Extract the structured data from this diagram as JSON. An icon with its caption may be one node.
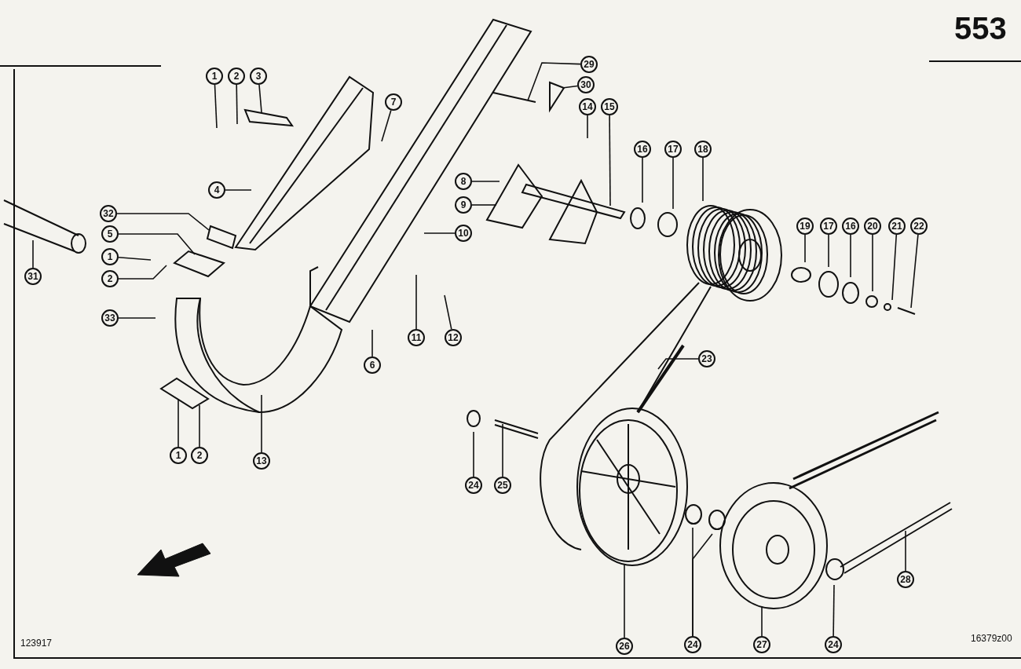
{
  "diagram": {
    "nodes": [
      {
        "text": [
          "1"
        ]
      },
      {
        "text": [
          "2"
        ]
      },
      {
        "text": [
          "3"
        ]
      },
      {
        "text": [
          "29"
        ]
      },
      {
        "text": [
          "30"
        ]
      },
      {
        "text": [
          "7"
        ]
      },
      {
        "text": [
          "14"
        ]
      },
      {
        "text": [
          "15"
        ]
      },
      {
        "text": [
          "16"
        ]
      },
      {
        "text": [
          "17"
        ]
      },
      {
        "text": [
          "18"
        ]
      },
      {
        "text": [
          "8"
        ]
      },
      {
        "text": [
          "4"
        ]
      },
      {
        "text": [
          "9"
        ]
      },
      {
        "text": [
          "32"
        ]
      },
      {
        "text": [
          "19"
        ]
      },
      {
        "text": [
          "17"
        ]
      },
      {
        "text": [
          "16"
        ]
      },
      {
        "text": [
          "20"
        ]
      },
      {
        "text": [
          "21"
        ]
      },
      {
        "text": [
          "22"
        ]
      },
      {
        "text": [
          "10"
        ]
      },
      {
        "text": [
          "5"
        ]
      },
      {
        "text": [
          "1"
        ]
      },
      {
        "text": [
          "2"
        ]
      },
      {
        "text": [
          "31"
        ]
      },
      {
        "text": [
          "33"
        ]
      },
      {
        "text": [
          "11"
        ]
      },
      {
        "text": [
          "12"
        ]
      },
      {
        "text": [
          "23"
        ]
      },
      {
        "text": [
          "6"
        ]
      },
      {
        "text": [
          "1"
        ]
      },
      {
        "text": [
          "2"
        ]
      },
      {
        "text": [
          "13"
        ]
      },
      {
        "text": [
          "24"
        ]
      },
      {
        "text": [
          "25"
        ]
      },
      {
        "text": [
          "26"
        ]
      },
      {
        "text": [
          "24"
        ]
      },
      {
        "text": [
          "27"
        ]
      },
      {
        "text": [
          "24"
        ]
      },
      {
        "text": [
          "28"
        ]
      }
    ],
    "edges": [
      {
        "from": 0,
        "to": null,
        "arrow": "none"
      },
      {
        "from": 1,
        "to": null,
        "arrow": "none"
      },
      {
        "from": 2,
        "to": null,
        "arrow": "none"
      },
      {
        "from": 3,
        "to": null,
        "arrow": "none"
      },
      {
        "from": 4,
        "to": null,
        "arrow": "none"
      },
      {
        "from": 5,
        "to": null,
        "arrow": "none"
      },
      {
        "from": 6,
        "to": null,
        "arrow": "none"
      },
      {
        "from": 7,
        "to": null,
        "arrow": "none"
      },
      {
        "from": 8,
        "to": null,
        "arrow": "none"
      },
      {
        "from": 9,
        "to": null,
        "arrow": "none"
      },
      {
        "from": 10,
        "to": null,
        "arrow": "none"
      },
      {
        "from": 11,
        "to": null,
        "arrow": "none"
      },
      {
        "from": 12,
        "to": null,
        "arrow": "none"
      },
      {
        "from": 13,
        "to": null,
        "arrow": "none"
      },
      {
        "from": 14,
        "to": null,
        "arrow": "none"
      },
      {
        "from": 15,
        "to": null,
        "arrow": "none"
      },
      {
        "from": 16,
        "to": null,
        "arrow": "none"
      },
      {
        "from": 17,
        "to": null,
        "arrow": "none"
      },
      {
        "from": 18,
        "to": null,
        "arrow": "none"
      },
      {
        "from": 19,
        "to": null,
        "arrow": "none"
      },
      {
        "from": 20,
        "to": null,
        "arrow": "none"
      },
      {
        "from": 21,
        "to": null,
        "arrow": "none"
      },
      {
        "from": 22,
        "to": null,
        "arrow": "none"
      },
      {
        "from": 23,
        "to": null,
        "arrow": "none"
      },
      {
        "from": 24,
        "to": null,
        "arrow": "none"
      },
      {
        "from": 25,
        "to": null,
        "arrow": "none"
      },
      {
        "from": 26,
        "to": null,
        "arrow": "none"
      },
      {
        "from": 27,
        "to": null,
        "arrow": "none"
      },
      {
        "from": 28,
        "to": null,
        "arrow": "none"
      },
      {
        "from": 29,
        "to": null,
        "arrow": "none"
      },
      {
        "from": 30,
        "to": null,
        "arrow": "none"
      },
      {
        "from": 31,
        "to": null,
        "arrow": "none"
      },
      {
        "from": 32,
        "to": null,
        "arrow": "none"
      },
      {
        "from": 33,
        "to": null,
        "arrow": "none"
      },
      {
        "from": 34,
        "to": null,
        "arrow": "none"
      },
      {
        "from": 35,
        "to": null,
        "arrow": "none"
      },
      {
        "from": 36,
        "to": null,
        "arrow": "none"
      },
      {
        "from": 37,
        "to": null,
        "arrow": "none"
      },
      {
        "from": 37,
        "to": null,
        "arrow": "none"
      },
      {
        "from": 38,
        "to": null,
        "arrow": "none"
      },
      {
        "from": 39,
        "to": null,
        "arrow": "none"
      },
      {
        "from": 40,
        "to": null,
        "arrow": "none"
      }
    ],
    "labels": [
      "553",
      "123917",
      "16379z00"
    ]
  }
}
